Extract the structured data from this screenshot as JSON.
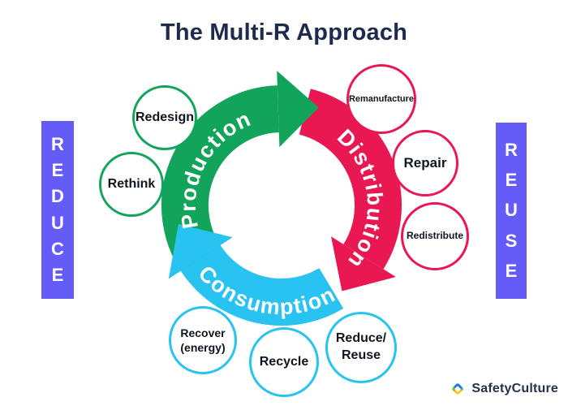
{
  "title": "The Multi-R Approach",
  "colors": {
    "purple": "#655cf8",
    "green": "#13a45c",
    "red": "#e91853",
    "cyan": "#29c3f1",
    "navy": "#1f2b4c"
  },
  "left_banner": {
    "label": "REDUCE",
    "letters": [
      "R",
      "E",
      "D",
      "U",
      "C",
      "E"
    ]
  },
  "right_banner": {
    "label": "REUSE",
    "letters": [
      "R",
      "E",
      "U",
      "S",
      "E"
    ]
  },
  "cycle": {
    "production_label": "Production",
    "distribution_label": "Distribution",
    "consumption_label": "Consumption"
  },
  "nodes": {
    "redesign": {
      "label": "Redesign"
    },
    "rethink": {
      "label": "Rethink"
    },
    "remanufacture": {
      "label": "Remanufacture"
    },
    "repair": {
      "label": "Repair"
    },
    "redistribute": {
      "label": "Redistribute"
    },
    "recover": {
      "line1": "Recover",
      "line2": "(energy)"
    },
    "recycle": {
      "label": "Recycle"
    },
    "reduce_reuse": {
      "line1": "Reduce/",
      "line2": "Reuse"
    }
  },
  "logo": {
    "name": "SafetyCulture"
  }
}
